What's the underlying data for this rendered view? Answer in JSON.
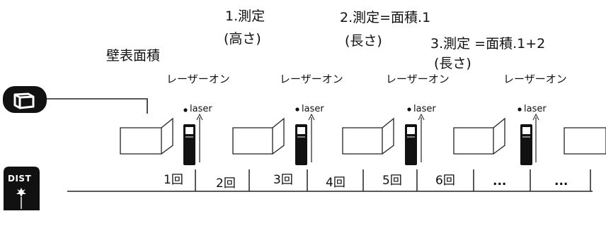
{
  "title": "壁表面積",
  "steps": {
    "step1": {
      "label": "1.測定",
      "sub": "(高さ)"
    },
    "step2": {
      "label": "2.測定=面積.1",
      "sub": "(長さ)"
    },
    "step3": {
      "label": "3.測定 =面積.1+2",
      "sub": "(長さ)"
    }
  },
  "laser_on_label": "レーザーオン",
  "laser_text": "laser",
  "dist_button_label": "DIST",
  "counts": [
    "1回",
    "2回",
    "3回",
    "4回",
    "5回",
    "6回",
    "...",
    "..."
  ],
  "icons": {
    "area_button": "area-function-icon",
    "dist_button": "laser-emitter-icon"
  }
}
